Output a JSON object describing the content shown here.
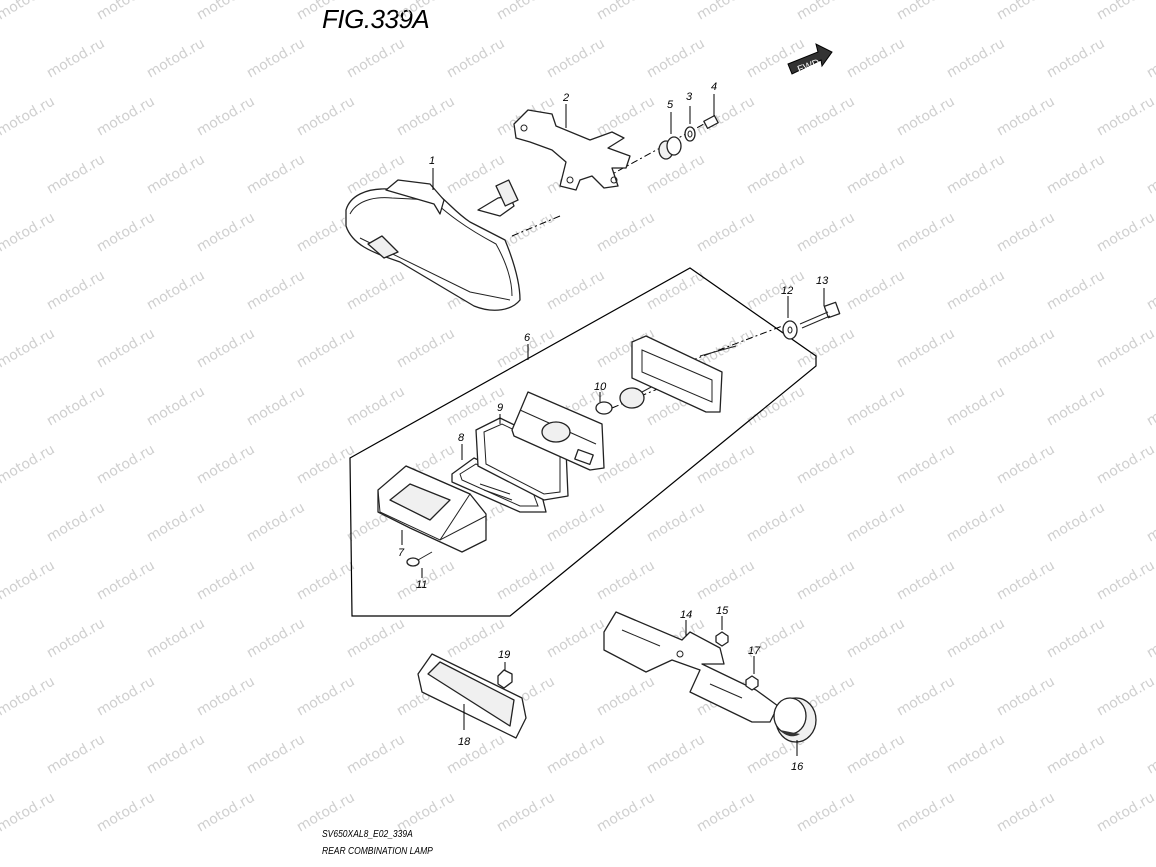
{
  "figure_title": "FIG.339A",
  "fwd_label": "FWD",
  "watermark_text": "motod.ru",
  "model_code": "SV650XAL8_E02_339A",
  "caption": "REAR COMBINATION LAMP",
  "callouts": [
    "1",
    "2",
    "3",
    "4",
    "5",
    "6",
    "7",
    "8",
    "9",
    "10",
    "11",
    "12",
    "13",
    "14",
    "15",
    "16",
    "17",
    "18",
    "19"
  ],
  "colors": {
    "line": "#222222",
    "watermark": "#cfcfcf",
    "background": "#ffffff"
  }
}
